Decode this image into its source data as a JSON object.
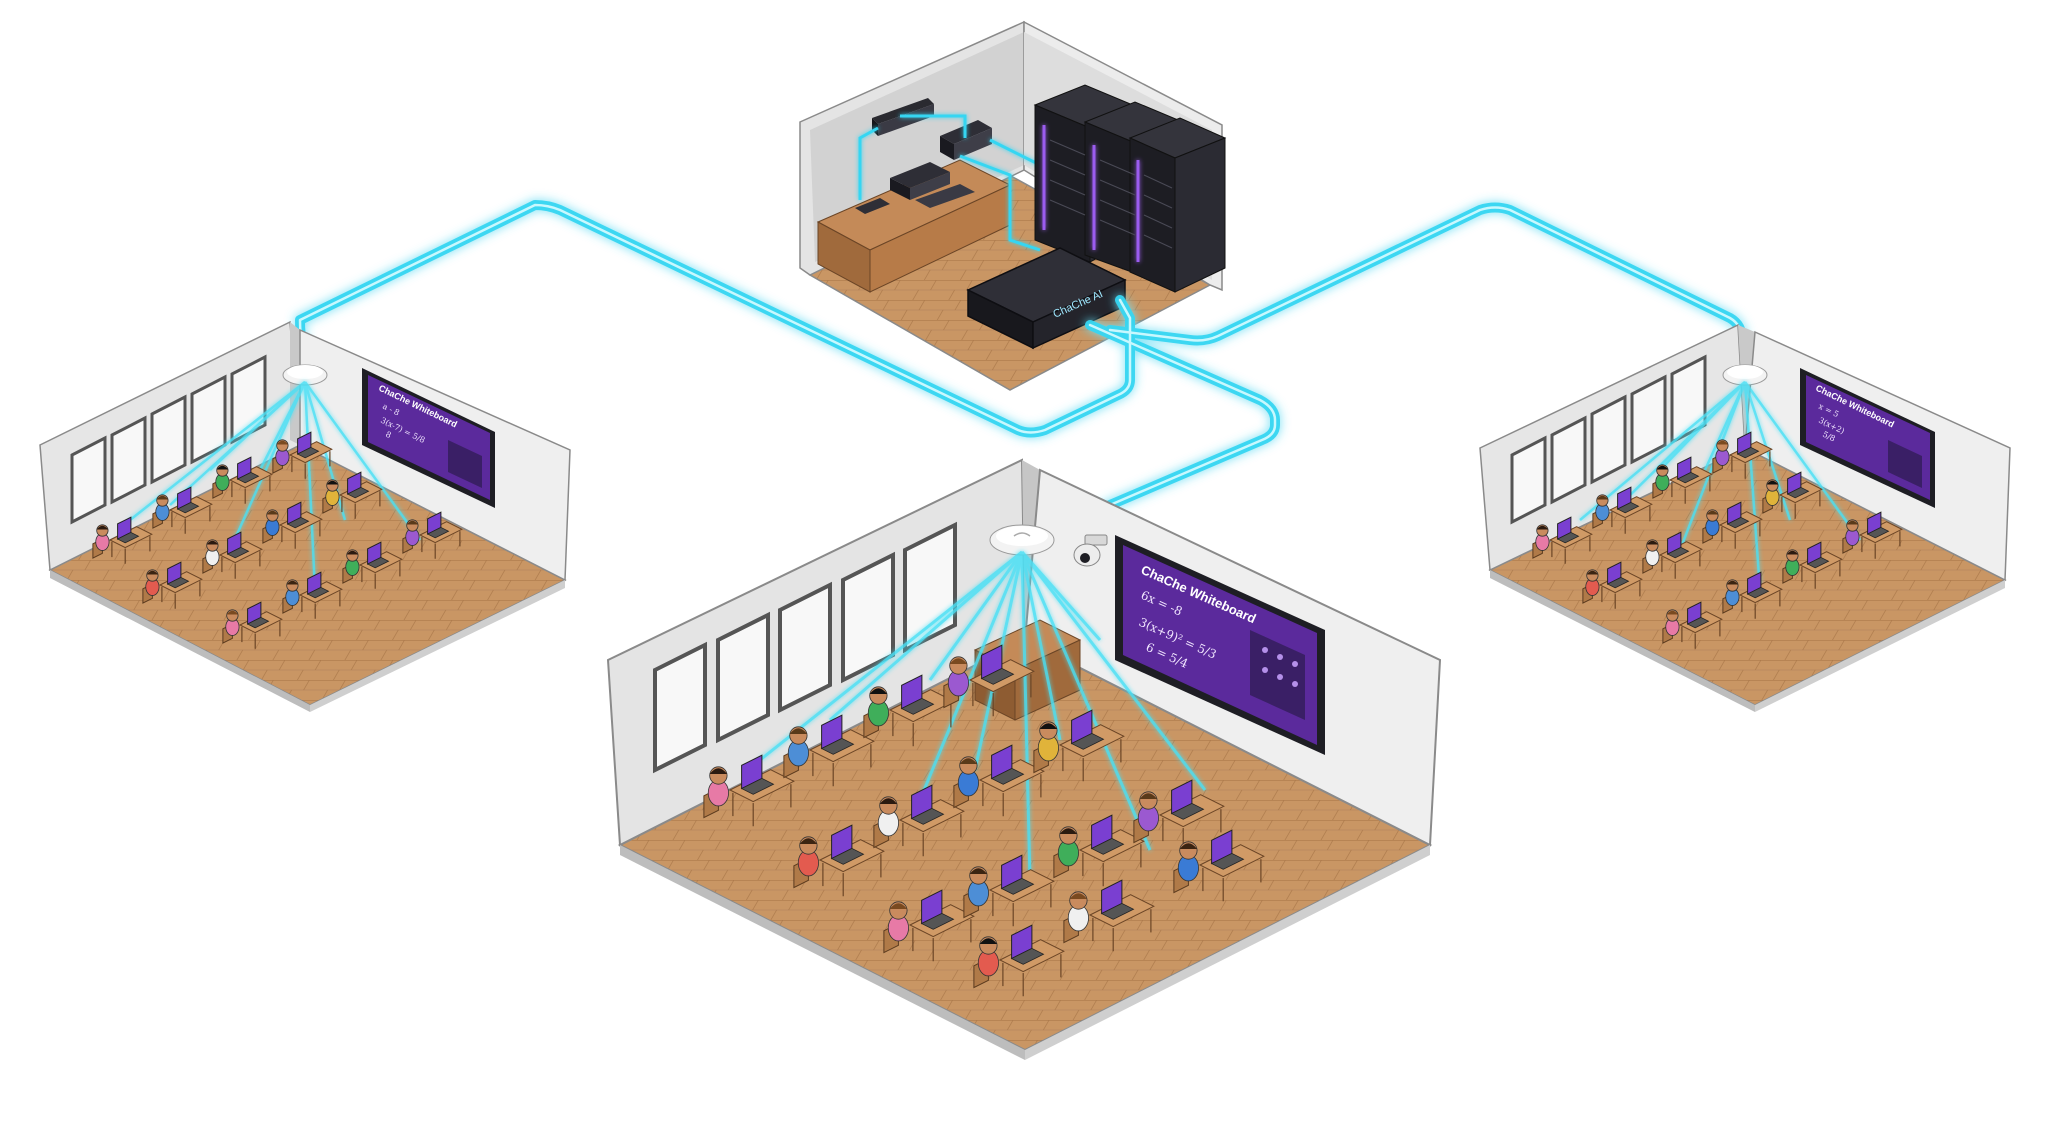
{
  "colors": {
    "cable": "#35d6f2",
    "cable_glow": "#8ff0ff",
    "beam": "#48e0f5",
    "wall": "#d9d9d9",
    "wall_dark": "#bdbdbd",
    "floor": "#c89563",
    "floor_line": "#a97648",
    "board_bg": "#5b2a9c",
    "laptop_screen": "#7a3fd1",
    "rack": "#1c1c22",
    "rack_led": "#9b5cf0"
  },
  "server_room": {
    "router_brand": "ChaChe AI"
  },
  "whiteboards": {
    "main": {
      "title": "ChaChe Whiteboard",
      "math_lines": [
        "6x = -8",
        "3(x+9)² = 5/3",
        "6   =  5/4"
      ]
    },
    "left": {
      "title": "ChaChe Whiteboard",
      "math_lines": [
        "a - 8",
        "3(x-7) = 5/8",
        "8"
      ]
    },
    "right": {
      "title": "ChaChe Whiteboard",
      "math_lines": [
        "x = 5",
        "3(x+2)",
        "5/8"
      ]
    }
  },
  "icons": [
    "wifi-access-point-icon",
    "security-camera-icon",
    "server-rack-icon",
    "router-icon",
    "laptop-icon"
  ]
}
